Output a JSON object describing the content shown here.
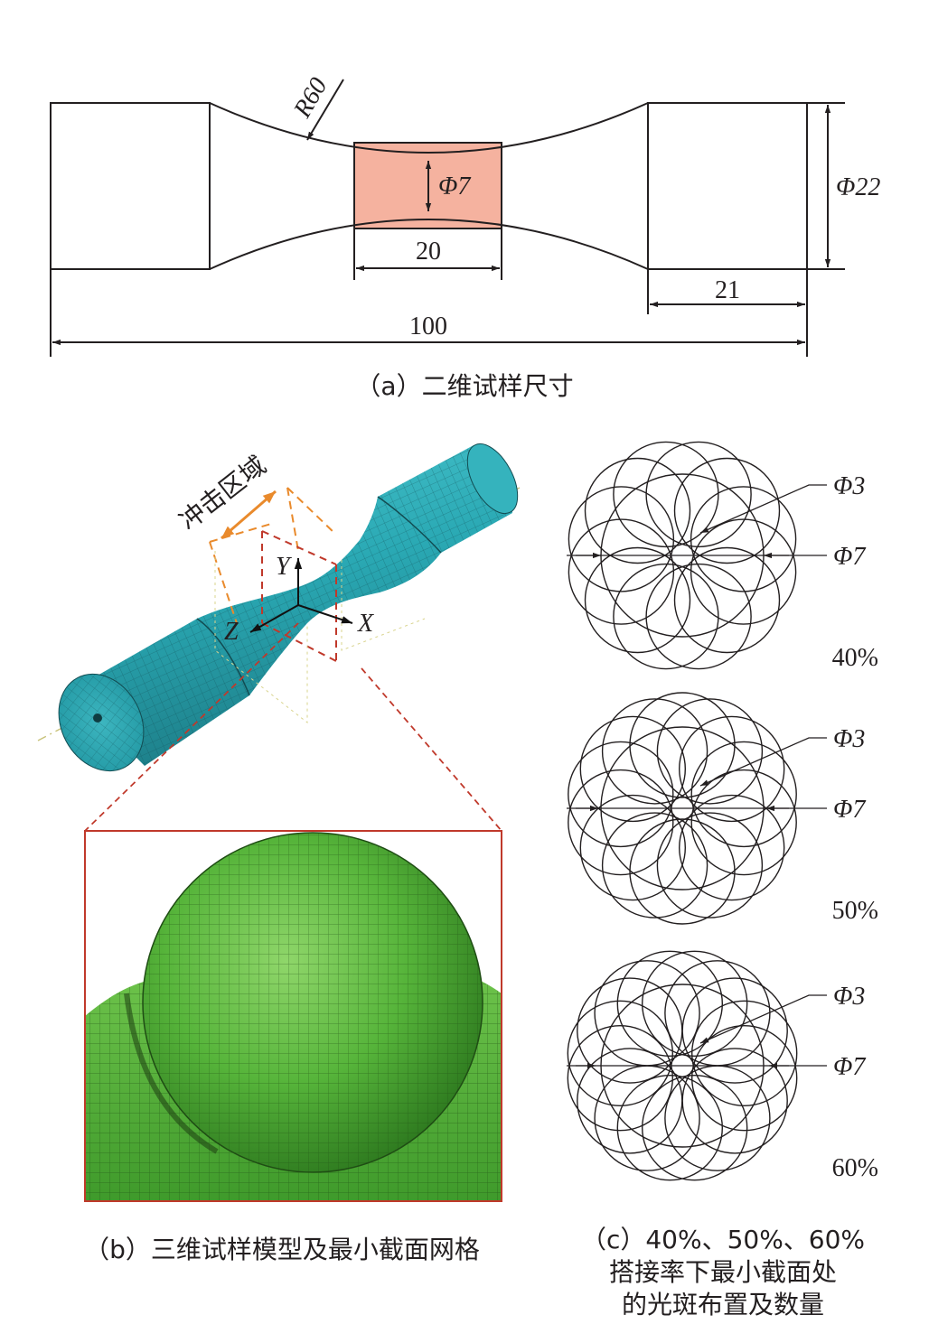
{
  "colors": {
    "line": "#231f20",
    "highlight": "#f5b29f",
    "mesh_teal": "#2aa9b4",
    "mesh_green": "#56b43a",
    "impact_orange": "#e98a2c",
    "section_red": "#c0392b"
  },
  "panel_a": {
    "dims": {
      "radius": "R60",
      "neck_diameter": "Φ7",
      "end_diameter": "Φ22",
      "zone_length": "20",
      "end_length": "21",
      "total_length": "100"
    },
    "caption": "（a）二维试样尺寸"
  },
  "panel_b": {
    "impact_label": "冲击区域",
    "axes": {
      "x": "X",
      "y": "Y",
      "z": "Z"
    },
    "caption": "（b）三维试样模型及最小截面网格"
  },
  "panel_c": {
    "layouts": [
      {
        "spot_label": "Φ3",
        "section_label": "Φ7",
        "overlap": "40%",
        "spot_count": 12
      },
      {
        "spot_label": "Φ3",
        "section_label": "Φ7",
        "overlap": "50%",
        "spot_count": 14
      },
      {
        "spot_label": "Φ3",
        "section_label": "Φ7",
        "overlap": "60%",
        "spot_count": 16
      }
    ],
    "caption_line1": "（c）40%、50%、60%",
    "caption_line2": "搭接率下最小截面处",
    "caption_line3": "的光斑布置及数量"
  }
}
